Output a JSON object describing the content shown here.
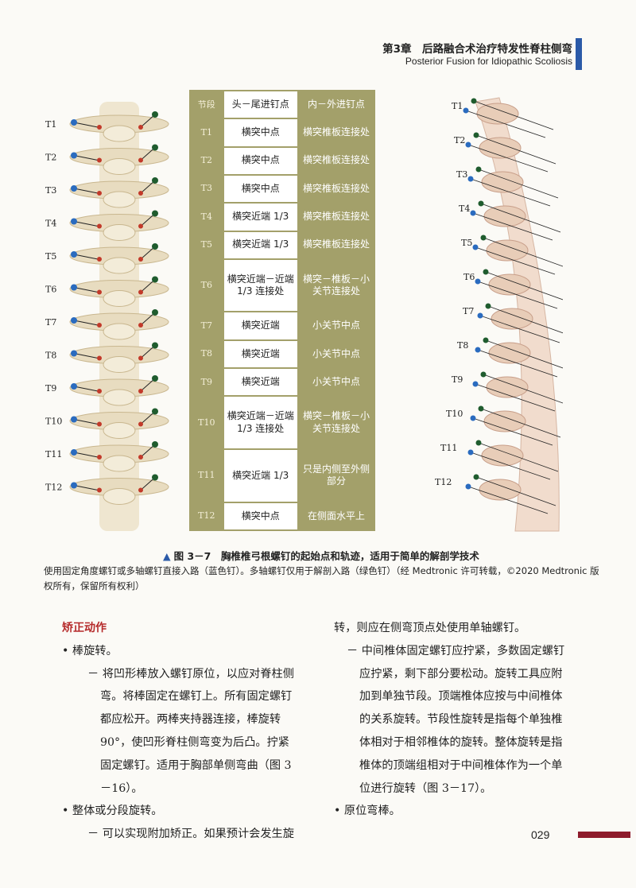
{
  "header": {
    "chapter_cn": "第3章　后路融合术治疗特发性脊柱侧弯",
    "chapter_en": "Posterior Fusion for Idiopathic Scoliosis"
  },
  "figure_left": {
    "labels": [
      "T1",
      "T2",
      "T3",
      "T4",
      "T5",
      "T6",
      "T7",
      "T8",
      "T9",
      "T10",
      "T11",
      "T12"
    ],
    "colors": {
      "blue_pin": "#2a6bbf",
      "red_pin": "#c23a2a",
      "green_pin": "#1f5c2e",
      "bone": "#e8dcc0"
    }
  },
  "figure_right": {
    "labels": [
      "T1",
      "T2",
      "T3",
      "T4",
      "T5",
      "T6",
      "T7",
      "T8",
      "T9",
      "T10",
      "T11",
      "T12"
    ]
  },
  "table": {
    "header": {
      "segment": "节段",
      "ct": "头－尾进钉点",
      "ml": "内－外进钉点"
    },
    "rows": [
      {
        "seg": "T1",
        "ct": "横突中点",
        "ml": "横突椎板连接处"
      },
      {
        "seg": "T2",
        "ct": "横突中点",
        "ml": "横突椎板连接处"
      },
      {
        "seg": "T3",
        "ct": "横突中点",
        "ml": "横突椎板连接处"
      },
      {
        "seg": "T4",
        "ct": "横突近端 1/3",
        "ml": "横突椎板连接处"
      },
      {
        "seg": "T5",
        "ct": "横突近端 1/3",
        "ml": "横突椎板连接处"
      },
      {
        "seg": "T6",
        "ct": "横突近端－近端 1/3 连接处",
        "ml": "横突－椎板－小关节连接处"
      },
      {
        "seg": "T7",
        "ct": "横突近端",
        "ml": "小关节中点"
      },
      {
        "seg": "T8",
        "ct": "横突近端",
        "ml": "小关节中点"
      },
      {
        "seg": "T9",
        "ct": "横突近端",
        "ml": "小关节中点"
      },
      {
        "seg": "T10",
        "ct": "横突近端－近端 1/3 连接处",
        "ml": "横突－椎板－小关节连接处"
      },
      {
        "seg": "T11",
        "ct": "横突近端 1/3",
        "ml": "只是内侧至外侧部分"
      },
      {
        "seg": "T12",
        "ct": "横突中点",
        "ml": "在侧面水平上"
      }
    ]
  },
  "caption": {
    "fig_no": "图 3－7",
    "title": "胸椎椎弓根螺钉的起始点和轨迹，适用于简单的解剖学技术",
    "body": "使用固定角度螺钉或多轴螺钉直接入路（蓝色钉）。多轴螺钉仅用于解剖入路（绿色钉）（经 Medtronic 许可转载，©2020 Medtronic 版权所有，保留所有权利）"
  },
  "body": {
    "heading": "矫正动作",
    "left_col": [
      {
        "type": "b1",
        "text": "• 棒旋转。"
      },
      {
        "type": "b2",
        "text": "－ 将凹形棒放入螺钉原位，以应对脊柱侧弯。将棒固定在螺钉上。所有固定螺钉都应松开。两棒夹持器连接，棒旋转 90°，使凹形脊柱侧弯变为后凸。拧紧固定螺钉。适用于胸部单侧弯曲（图 3－16）。"
      },
      {
        "type": "b1",
        "text": "• 整体或分段旋转。"
      },
      {
        "type": "b2",
        "text": "－ 可以实现附加矫正。如果预计会发生旋"
      }
    ],
    "right_col": [
      {
        "type": "cont",
        "text": "转，则应在侧弯顶点处使用单轴螺钉。"
      },
      {
        "type": "b2b",
        "text": "－ 中间椎体固定螺钉应拧紧，多数固定螺钉应拧紧，剩下部分要松动。旋转工具应附加到单独节段。顶端椎体应按与中间椎体的关系旋转。节段性旋转是指每个单独椎体相对于相邻椎体的旋转。整体旋转是指椎体的顶端组相对于中间椎体作为一个单位进行旋转（图 3－17）。"
      },
      {
        "type": "b1",
        "text": "• 原位弯棒。"
      }
    ]
  },
  "page_number": "029"
}
